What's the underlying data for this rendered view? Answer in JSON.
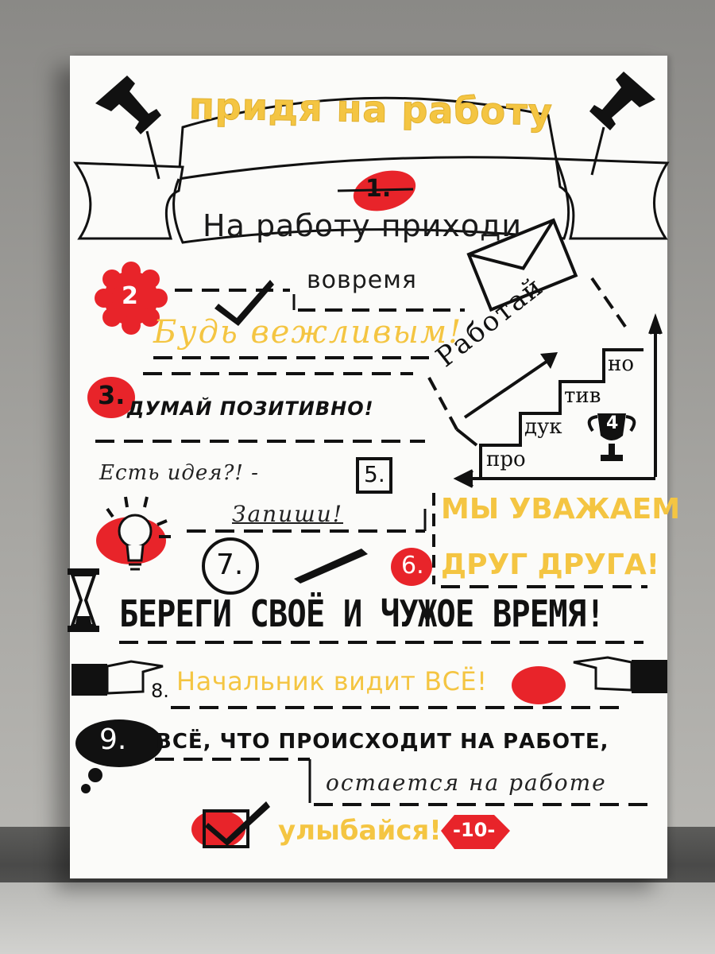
{
  "poster": {
    "title": "придя на работу",
    "rule1": "На работу приходи",
    "rule1_num": "1.",
    "rule2": "вовремя",
    "rule2_num": "2",
    "polite": "Будь вежливым!",
    "rule3": "ДУМАЙ ПОЗИТИВНО!",
    "rule3_num": "3.",
    "stairs": {
      "work": "Работай",
      "steps": [
        "про",
        "дук",
        "тив",
        "но"
      ],
      "trophy_num": "4"
    },
    "rule5_idea": "Есть идея?! -",
    "rule5_num": "5.",
    "rule5_write": "Запиши!",
    "rule6_line1": "МЫ УВАЖАЕМ",
    "rule6_line2": "ДРУГ ДРУГА!",
    "rule6_num": "6.",
    "rule7_num": "7.",
    "rule7": "БЕРЕГИ СВОЁ И ЧУЖОЕ ВРЕМЯ!",
    "rule8_num": "8.",
    "rule8": "Начальник видит ВСЁ!",
    "rule9_num": "9.",
    "rule9_line1": "ВСЁ, ЧТО ПРОИСХОДИТ НА РАБОТЕ,",
    "rule9_line2": "остается на работе",
    "rule10": "улыбайся!",
    "rule10_num": "-10-"
  },
  "colors": {
    "accent_yellow": "#f4c542",
    "accent_red": "#e8242a",
    "ink": "#111111",
    "paper": "#fbfbf9"
  },
  "icons": [
    "push-pin-icon",
    "envelope-icon",
    "checkmark-icon",
    "light-bulb-icon",
    "pen-icon",
    "hourglass-icon",
    "pointing-hand-icon",
    "trophy-icon",
    "thought-bubble-icon",
    "flower-badge-icon"
  ]
}
